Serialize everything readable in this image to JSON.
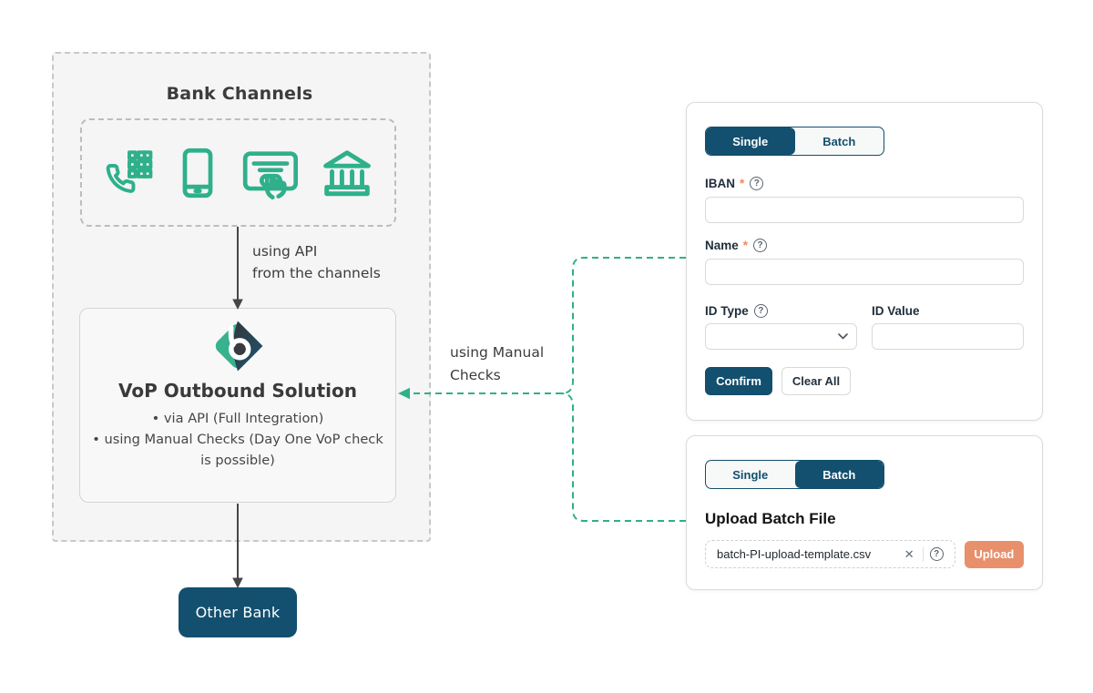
{
  "colors": {
    "teal": "#2fb08a",
    "navy": "#134f6e",
    "salmon": "#e8906b",
    "diagram_text": "#3c3c3c"
  },
  "diagram": {
    "bank_channels": {
      "title": "Bank Channels",
      "icons": [
        "phone-keypad-icon",
        "smartphone-icon",
        "card-payment-icon",
        "bank-icon"
      ]
    },
    "api_arrow_label": {
      "line1": "using API",
      "line2": "from the channels"
    },
    "vop_box": {
      "title": "VoP Outbound Solution",
      "bullets": {
        "0": "via API (Full Integration)",
        "1": "using Manual Checks (Day One VoP check is possible)"
      }
    },
    "manual_checks_label": {
      "line1": "using Manual",
      "line2": "Checks"
    },
    "other_bank": {
      "label": "Other Bank"
    }
  },
  "single_panel": {
    "tabs": [
      {
        "label": "Single",
        "active": true
      },
      {
        "label": "Batch",
        "active": false
      }
    ],
    "iban": {
      "label": "IBAN",
      "required_marker": "*",
      "value": ""
    },
    "name": {
      "label": "Name",
      "required_marker": "*",
      "value": ""
    },
    "id_type": {
      "label": "ID Type",
      "value": ""
    },
    "id_value": {
      "label": "ID Value",
      "value": ""
    },
    "confirm_label": "Confirm",
    "clear_all_label": "Clear All",
    "help_icon_glyph": "?"
  },
  "batch_panel": {
    "tabs": [
      {
        "label": "Single",
        "active": false
      },
      {
        "label": "Batch",
        "active": true
      }
    ],
    "heading": "Upload Batch File",
    "file": {
      "name": "batch-PI-upload-template.csv",
      "clear_icon": "✕",
      "help_icon_glyph": "?"
    },
    "upload_label": "Upload"
  }
}
